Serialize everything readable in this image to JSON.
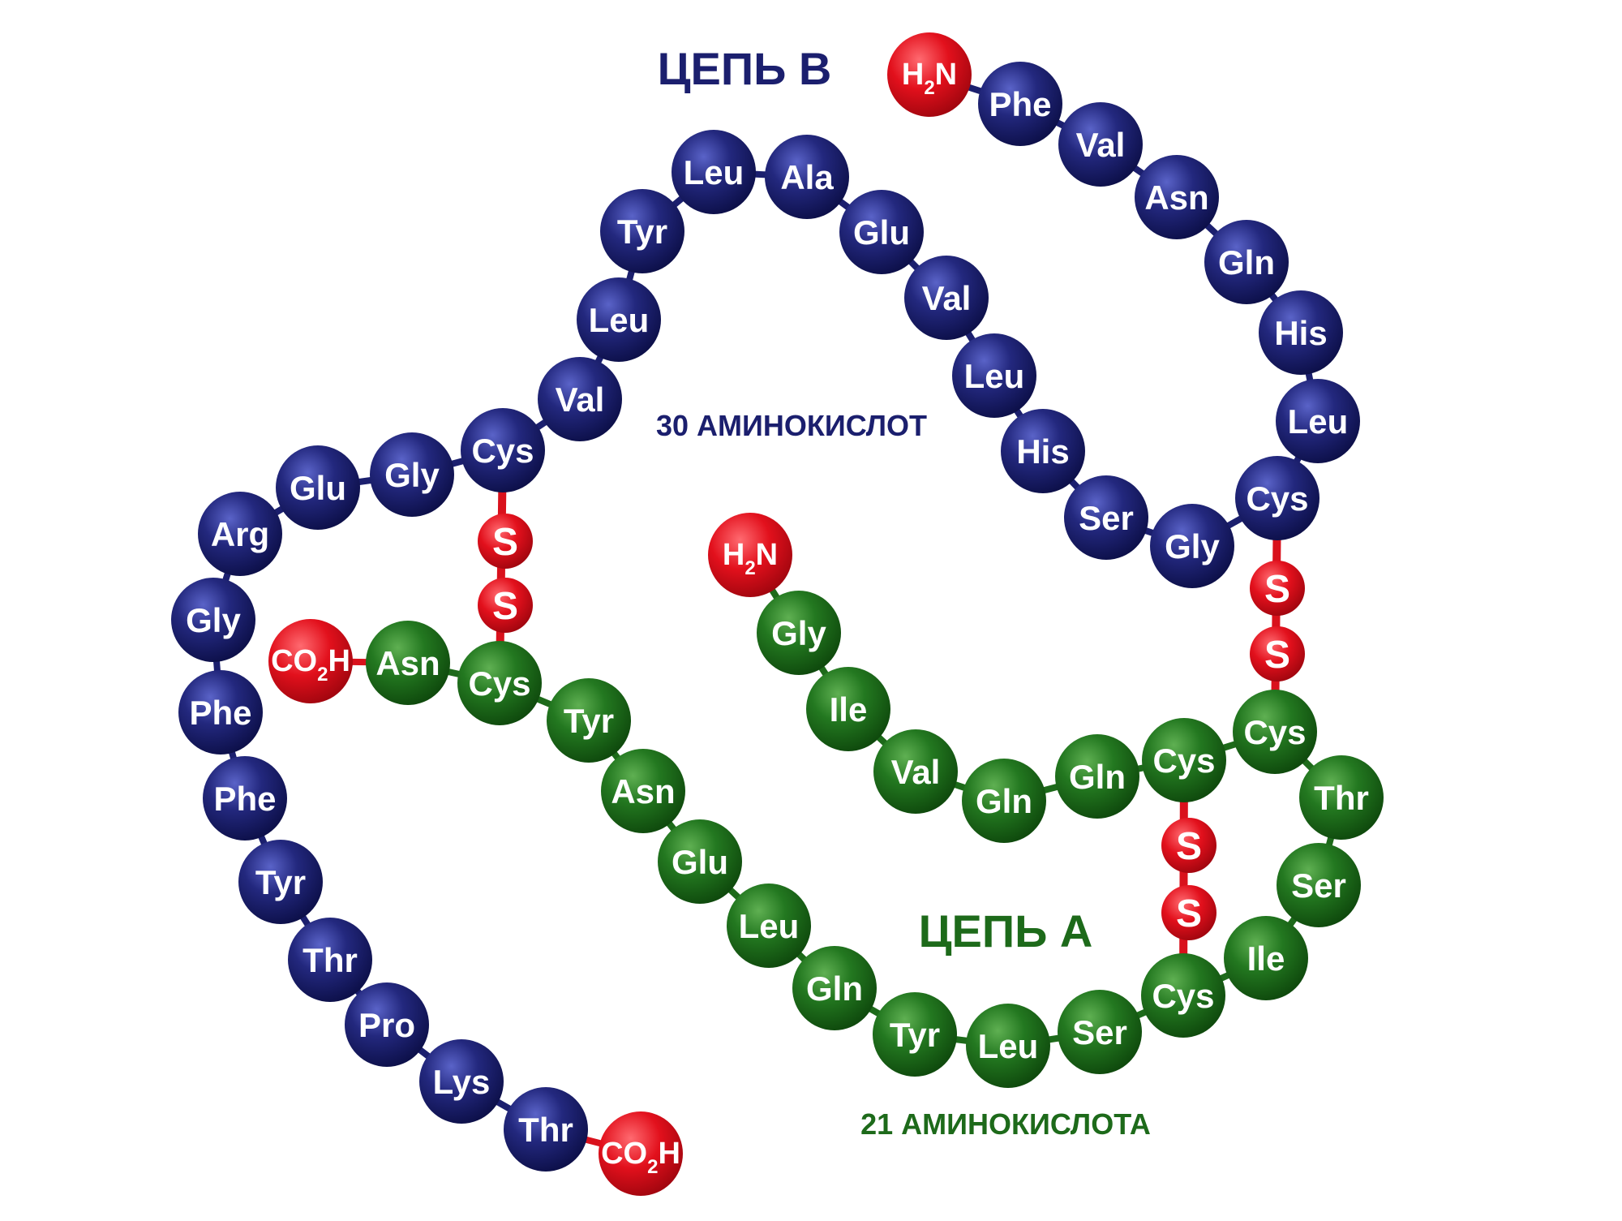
{
  "title_chain_b": "ЦЕПЬ В",
  "subtitle_chain_b": "30 АМИНОКИСЛОТ",
  "title_chain_a": "ЦЕПЬ А",
  "subtitle_chain_a": "21 АМИНОКИСЛОТА",
  "colors": {
    "chain_b": "#1b1f6e",
    "chain_a": "#1d6a1a",
    "terminal": "#d9111c"
  },
  "chain_b": {
    "n_terminus": {
      "main": "H",
      "sub": "2",
      "tail": "N"
    },
    "c_terminus": {
      "main": "CO",
      "sub": "2",
      "tail": "H"
    },
    "residues": [
      "Phe",
      "Val",
      "Asn",
      "Gln",
      "His",
      "Leu",
      "Cys",
      "Gly",
      "Ser",
      "His",
      "Leu",
      "Val",
      "Glu",
      "Ala",
      "Leu",
      "Tyr",
      "Leu",
      "Val",
      "Cys",
      "Gly",
      "Glu",
      "Arg",
      "Gly",
      "Phe",
      "Phe",
      "Tyr",
      "Thr",
      "Pro",
      "Lys",
      "Thr"
    ]
  },
  "chain_a": {
    "n_terminus": {
      "main": "H",
      "sub": "2",
      "tail": "N"
    },
    "c_terminus": {
      "main": "CO",
      "sub": "2",
      "tail": "H"
    },
    "residues": [
      "Gly",
      "Ile",
      "Val",
      "Gln",
      "Gln",
      "Cys",
      "Cys",
      "Thr",
      "Ser",
      "Ile",
      "Cys",
      "Ser",
      "Leu",
      "Tyr",
      "Gln",
      "Leu",
      "Glu",
      "Asn",
      "Tyr",
      "Cys",
      "Asn"
    ]
  },
  "disulfide_bonds": [
    {
      "from": "B Cys 19",
      "to": "A Cys 20",
      "atoms": [
        "S",
        "S"
      ]
    },
    {
      "from": "B Cys 7",
      "to": "A Cys 7",
      "atoms": [
        "S",
        "S"
      ]
    },
    {
      "from": "A Cys 6",
      "to": "A Cys 11",
      "atoms": [
        "S",
        "S"
      ]
    }
  ]
}
